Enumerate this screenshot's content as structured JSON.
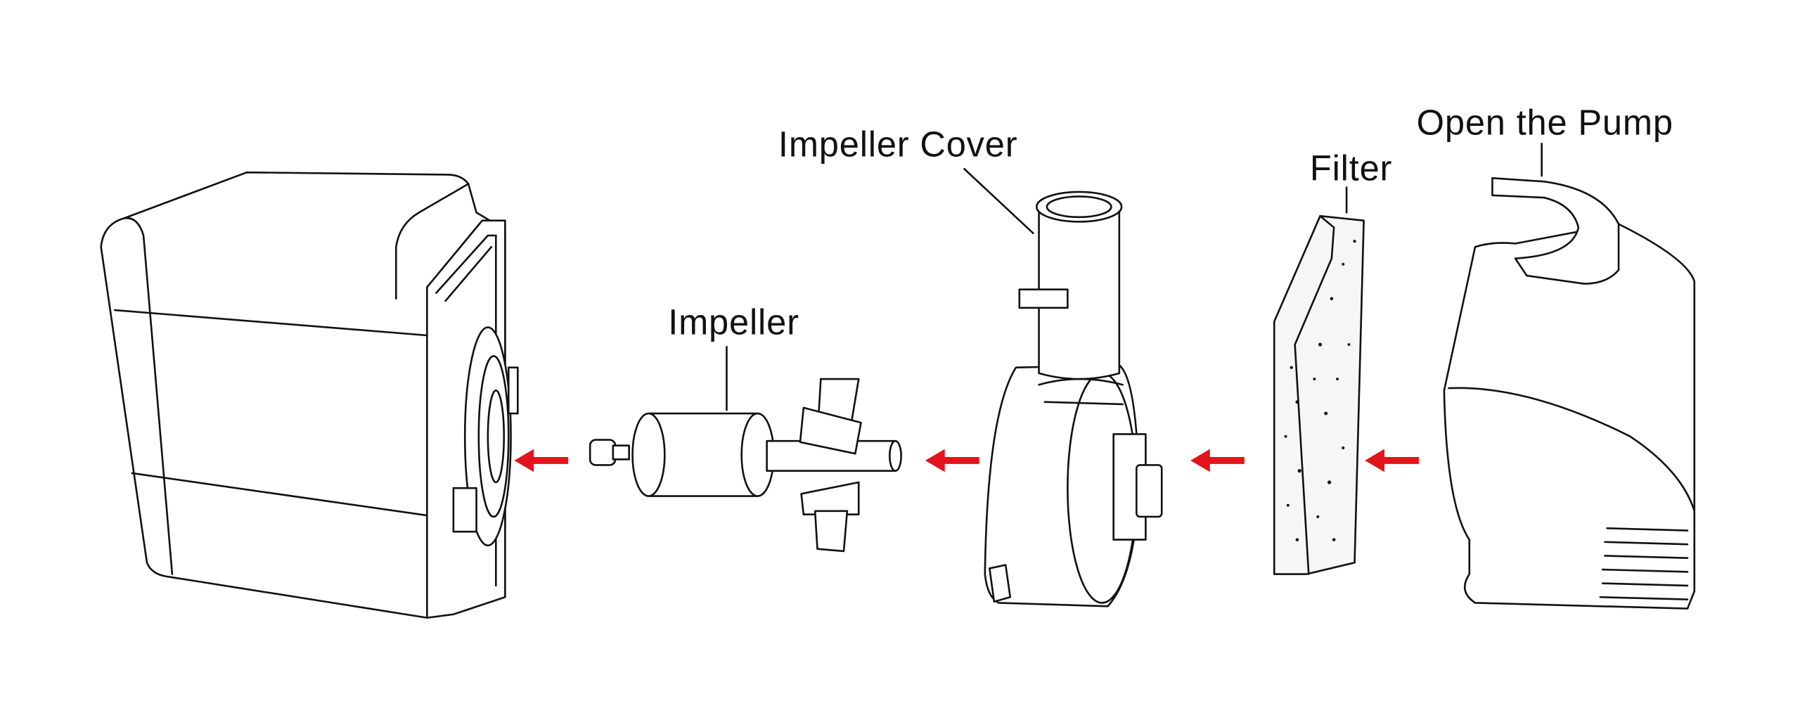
{
  "title": "Pump disassembly diagram",
  "labels": {
    "impeller_cover": "Impeller Cover",
    "open_pump": "Open the Pump",
    "filter": "Filter",
    "impeller": "Impeller"
  },
  "colors": {
    "arrow": "#e3141b",
    "line": "#111111"
  },
  "arrow_count": 4
}
